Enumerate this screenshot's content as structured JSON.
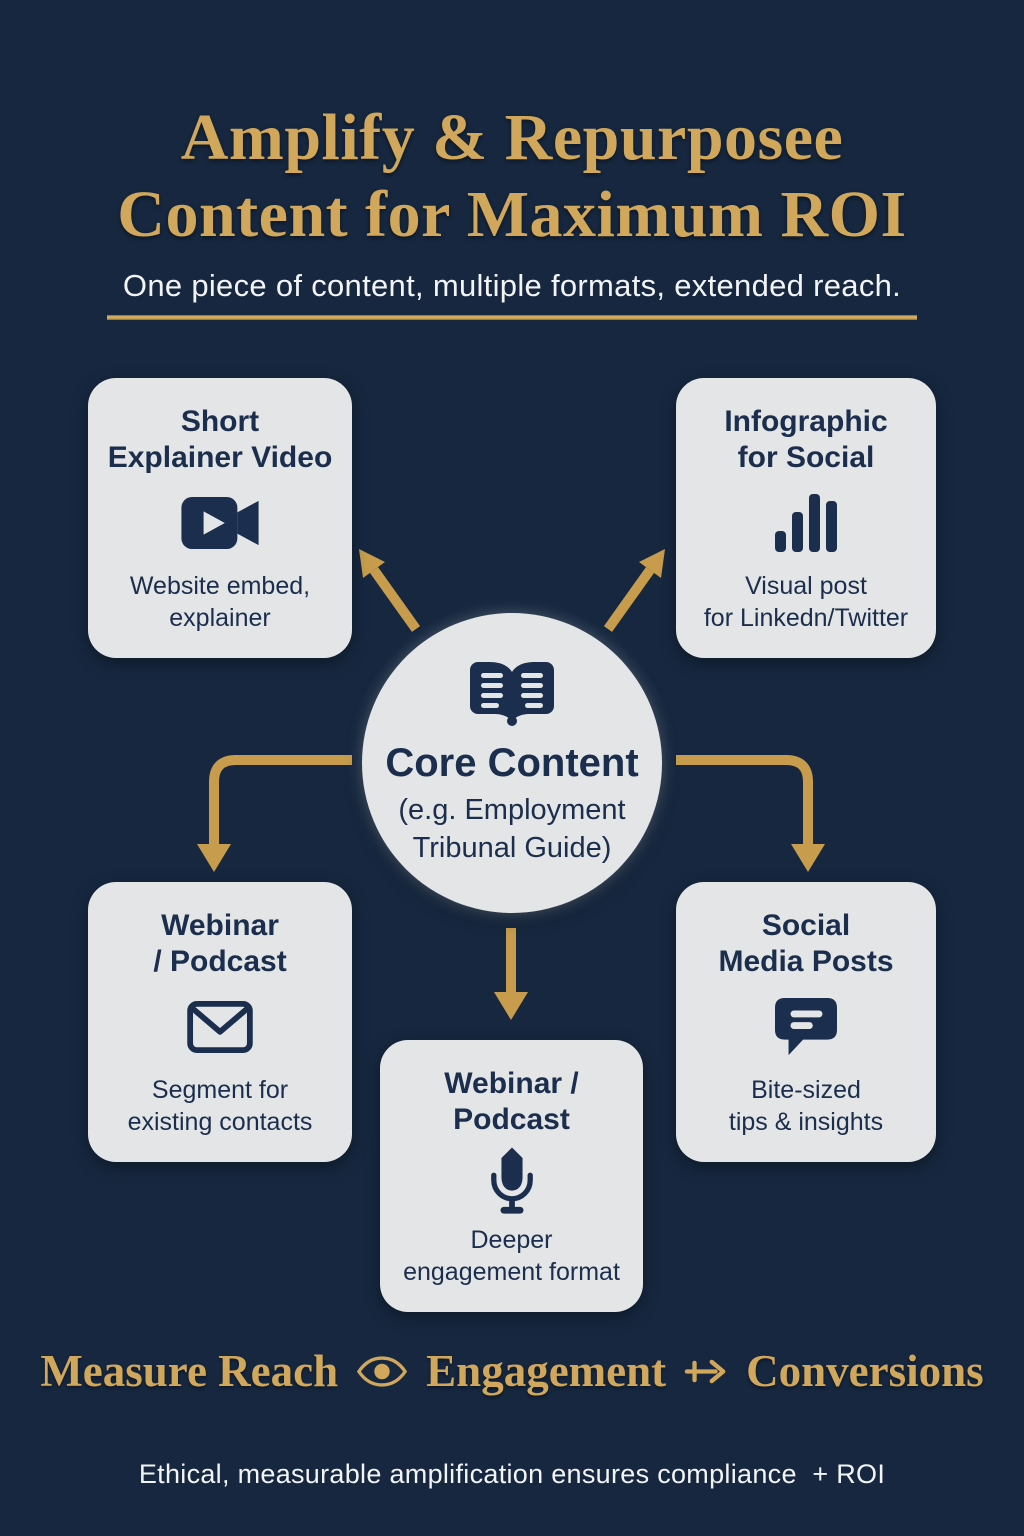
{
  "palette": {
    "background": "#16273F",
    "gold_text": "#D1A85B",
    "arrow_gold": "#C79D4D",
    "card_background": "#E3E5E6",
    "navy_text": "#1B2E4D",
    "white_text": "#F2F4F5"
  },
  "header": {
    "title": "Amplify & Repurposee\nContent for Maximum ROI",
    "subtitle": "One piece of content, multiple formats, extended reach."
  },
  "center": {
    "icon": "open-book-icon",
    "title": "Core Content",
    "subtitle": "(e.g. Employment\nTribunal Guide)"
  },
  "nodes": {
    "top_left": {
      "title": "Short\nExplainer Video",
      "icon": "video-camera-icon",
      "caption": "Website embed,\nexplainer"
    },
    "top_right": {
      "title": "Infographic\nfor Social",
      "icon": "bar-chart-icon",
      "caption": "Visual post\nfor Linkedn/Twitter"
    },
    "bottom_left": {
      "title": "Webinar\n/ Podcast",
      "icon": "envelope-icon",
      "caption": "Segment for\nexisting contacts"
    },
    "bottom_right": {
      "title": "Social\nMedia Posts",
      "icon": "speech-bubble-icon",
      "caption": "Bite-sized\ntips & insights"
    },
    "bottom_center": {
      "title": "Webinar /\nPodcast",
      "icon": "microphone-icon",
      "caption": "Deeper\nengagement format"
    }
  },
  "footer": {
    "measure": "Measure Reach",
    "engagement": "Engagement",
    "conversions": "Conversions",
    "separator_icons": [
      "eye-icon",
      "tailed-arrow-icon"
    ],
    "note": "Ethical, measurable amplification ensures compliance  + ROI"
  }
}
